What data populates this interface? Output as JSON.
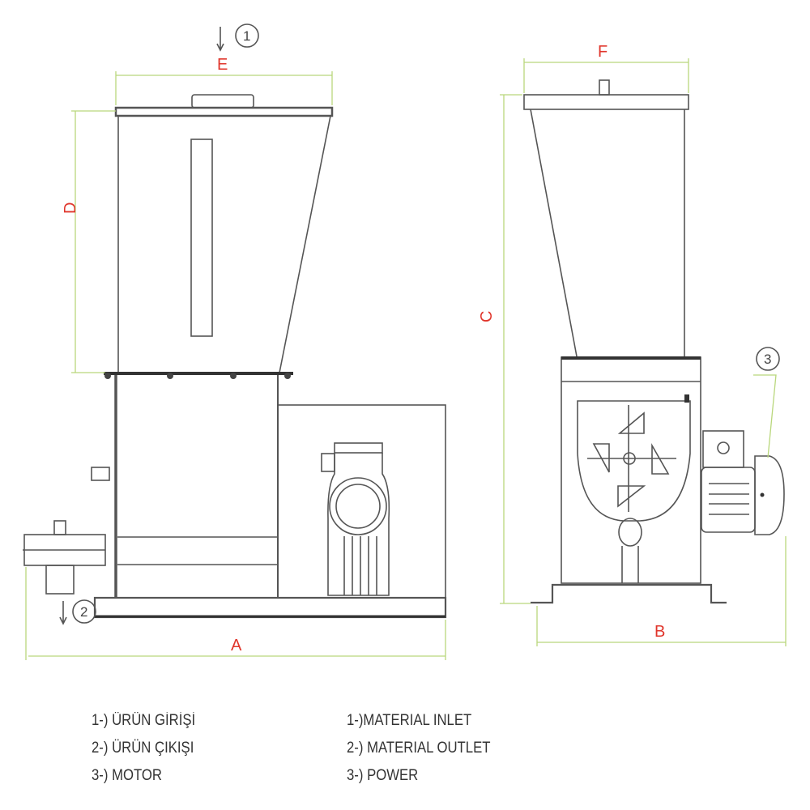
{
  "dimensions": {
    "A": "A",
    "B": "B",
    "C": "C",
    "D": "D",
    "E": "E",
    "F": "F"
  },
  "callouts": {
    "inlet": "1",
    "outlet": "2",
    "power": "3"
  },
  "legend_tr": [
    "1-) ÜRÜN GİRİŞİ",
    "2-) ÜRÜN ÇIKIŞI",
    "3-) MOTOR"
  ],
  "legend_en": [
    "1-)MATERIAL INLET",
    "2-) MATERIAL OUTLET",
    "3-) POWER"
  ],
  "colors": {
    "dimension_label": "#e0352b",
    "dimension_line": "#b9d77c",
    "drawing": "#555555"
  }
}
